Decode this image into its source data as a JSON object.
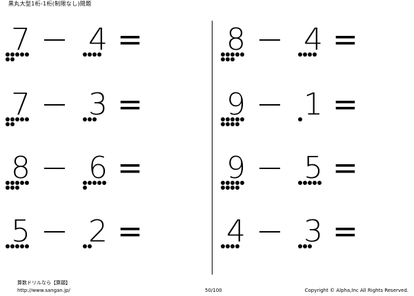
{
  "header": {
    "title": "黒丸大型1桁-1桁(制限なし)問題"
  },
  "problems": [
    {
      "a": "7",
      "op": "−",
      "b": "4",
      "eq": "=",
      "dots_a": 7,
      "dots_b": 4
    },
    {
      "a": "8",
      "op": "−",
      "b": "4",
      "eq": "=",
      "dots_a": 8,
      "dots_b": 4
    },
    {
      "a": "7",
      "op": "−",
      "b": "3",
      "eq": "=",
      "dots_a": 7,
      "dots_b": 3
    },
    {
      "a": "9",
      "op": "−",
      "b": "1",
      "eq": "=",
      "dots_a": 9,
      "dots_b": 1
    },
    {
      "a": "8",
      "op": "−",
      "b": "6",
      "eq": "=",
      "dots_a": 8,
      "dots_b": 6
    },
    {
      "a": "9",
      "op": "−",
      "b": "5",
      "eq": "=",
      "dots_a": 9,
      "dots_b": 5
    },
    {
      "a": "5",
      "op": "−",
      "b": "2",
      "eq": "=",
      "dots_a": 5,
      "dots_b": 2
    },
    {
      "a": "4",
      "op": "−",
      "b": "3",
      "eq": "=",
      "dots_a": 4,
      "dots_b": 3
    }
  ],
  "footer": {
    "brand": "算数ドリルなら【算願】",
    "url": "http://www.sangan.jp/",
    "page": "50/100",
    "copyright": "Copyright © Alpha,Inc All Rights Reserved."
  }
}
